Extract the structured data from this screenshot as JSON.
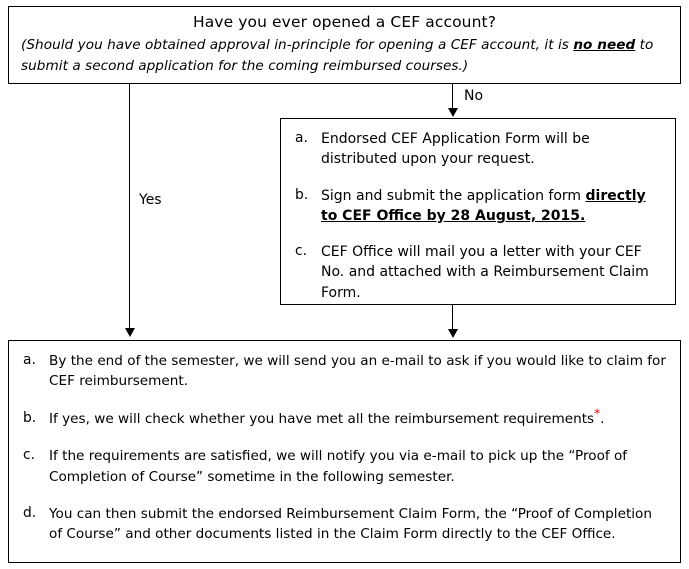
{
  "diagram": {
    "title": "CEF account flowchart",
    "accent_red": "#ff0000",
    "line_color": "#000000"
  },
  "question_box": {
    "title": "Have you ever opened a CEF account?",
    "note_part1": "(Should you have obtained approval in-principle  for opening a CEF account, it is ",
    "note_emphasis": "no need",
    "note_part2": " to submit a second application for the coming reimbursed courses.)"
  },
  "edges": {
    "yes_label": "Yes",
    "no_label": "No"
  },
  "no_branch_box": {
    "items": [
      {
        "marker": "a.",
        "text_part1": "Endorsed CEF Application Form will be distributed upon your request.",
        "emphasis": "",
        "text_part2": ""
      },
      {
        "marker": "b.",
        "text_part1": "Sign and submit the application form ",
        "emphasis": "directly to CEF Office by 28 August, 2015.",
        "text_part2": ""
      },
      {
        "marker": "c.",
        "text_part1": "CEF Office will mail you a letter with your CEF No. and attached with a Reimbursement Claim Form.",
        "emphasis": "",
        "text_part2": ""
      }
    ]
  },
  "final_box": {
    "items": [
      {
        "marker": "a.",
        "text_part1": "By the end of the semester, we will send you an e-mail to ask if you would like to claim for CEF reimbursement.",
        "asterisk": "",
        "text_part2": ""
      },
      {
        "marker": "b.",
        "text_part1": "If yes, we will check whether you have met all the reimbursement requirements",
        "asterisk": "*",
        "text_part2": "."
      },
      {
        "marker": "c.",
        "text_part1": "If the requirements are satisfied, we will notify you via e-mail to pick up the “Proof of Completion of Course” sometime in the following semester.",
        "asterisk": "",
        "text_part2": ""
      },
      {
        "marker": "d.",
        "text_part1": "You can then submit the endorsed Reimbursement Claim Form, the “Proof of Completion of Course” and other documents listed in the Claim Form directly to the CEF Office.",
        "asterisk": "",
        "text_part2": ""
      }
    ]
  }
}
